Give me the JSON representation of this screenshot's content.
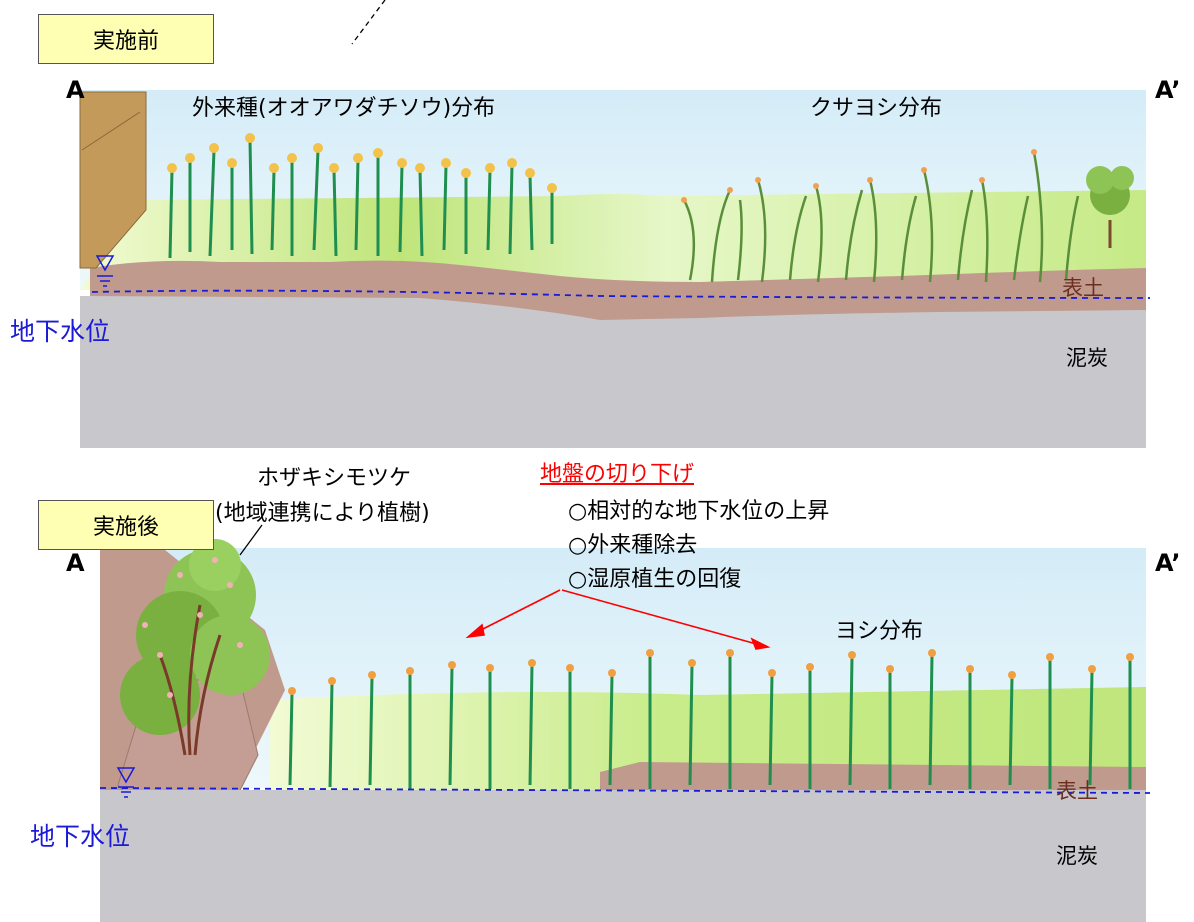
{
  "before": {
    "badge": "実施前",
    "corner_left": "A",
    "corner_right": "A’",
    "veg_left": "外来種(オオアワダチソウ)分布",
    "veg_right": "クサヨシ分布",
    "topsoil": "表土",
    "peat": "泥炭",
    "groundwater": "地下水位"
  },
  "after": {
    "badge": "実施後",
    "corner_left": "A",
    "corner_right": "A’",
    "shrub_name": "ホザキシモツケ",
    "shrub_note": "(地域連携により植樹)",
    "action_title": "地盤の切り下げ",
    "bullets": [
      "○相対的な地下水位の上昇",
      "○外来種除去",
      "○湿原植生の回復"
    ],
    "veg_right": "ヨシ分布",
    "topsoil": "表土",
    "peat": "泥炭",
    "groundwater": "地下水位"
  },
  "colors": {
    "sky": "#d8eef8",
    "meadow": "#c8ec8a",
    "topsoil": "#c09a8c",
    "peat": "#c8c7cc",
    "embankment": "#c49a5a",
    "groundwater_line": "#1a1ad8",
    "arrow": "#ff0000",
    "badge_fill": "#ffffb3"
  }
}
